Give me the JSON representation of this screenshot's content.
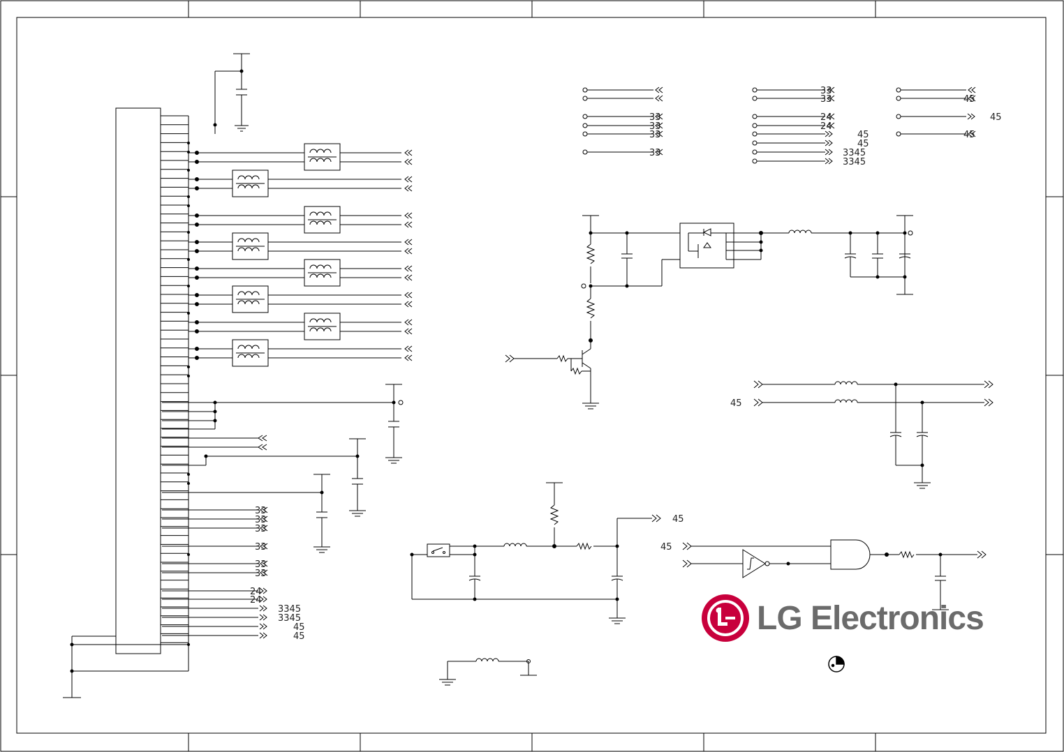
{
  "brand": {
    "name": "LG Electronics",
    "accent": "#c8003c",
    "text_color": "#6b6b6b"
  },
  "colors": {
    "wire": "#000000",
    "frame": "#000000"
  },
  "connector_labels": {
    "left_block": [
      "33",
      "33",
      "33",
      "33",
      "33",
      "33",
      "24",
      "24",
      "3345",
      "3345",
      "45",
      "45"
    ],
    "top_mid": [
      "33",
      "33",
      "33",
      "33"
    ],
    "top_right": [
      "33",
      "33",
      "24",
      "24",
      "45",
      "45",
      "3345",
      "3345"
    ],
    "far_right": [
      "45",
      "45",
      "45"
    ],
    "filter_in": "45",
    "driver_out": "45",
    "gate_in": "45"
  },
  "icons": [
    "lg-logo-icon",
    "lock-icon",
    "ferrite-filter-icon",
    "ground-icon",
    "resistor-icon",
    "capacitor-icon",
    "inductor-icon",
    "transistor-icon",
    "schmitt-buffer-icon",
    "and-gate-icon",
    "relay-switch-icon"
  ]
}
